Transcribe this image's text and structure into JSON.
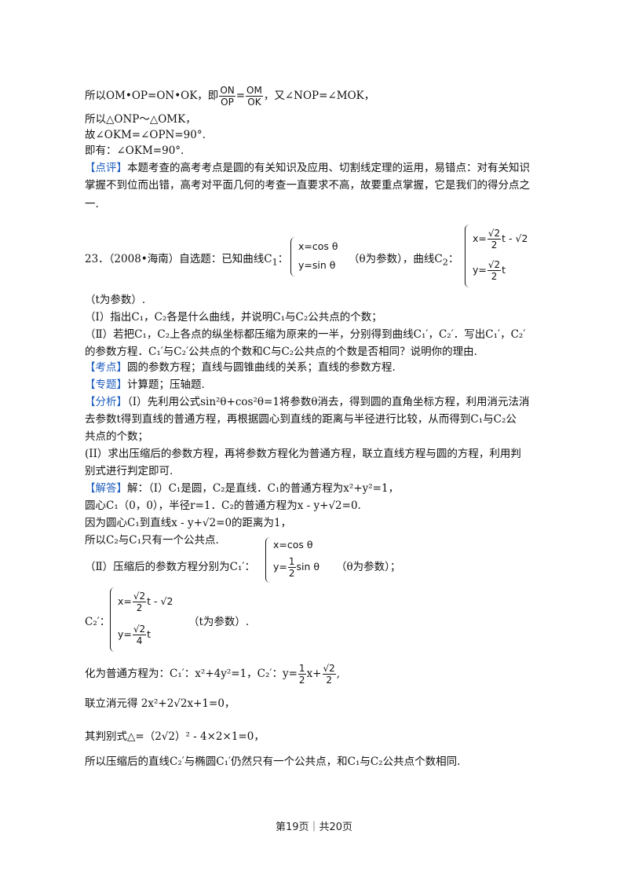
{
  "prev": {
    "l1a": "所以OM•OP=ON•OK，即",
    "f1n": "ON",
    "f1d": "OP",
    "eq": "=",
    "f2n": "OM",
    "f2d": "OK",
    "l1b": "，又∠NOP=∠MOK，",
    "l2": "所以△ONP～△OMK，",
    "l3": "故∠OKM=∠OPN=90°.",
    "l4": "即有：∠OKM=90°.",
    "review_tag": "【点评】",
    "review1": "本题考查的高考考点是圆的有关知识及应用、切割线定理的运用，易错点：对有关知识",
    "review2": "掌握不到位而出错，高考对平面几何的考查一直要求不高，故要重点掌握，它是我们的得分点之",
    "review3": "一."
  },
  "q23": {
    "head": "23．（2008•海南）自选题：已知曲线C",
    "sub1": "1",
    "colon": "：",
    "c1x": "x=cos θ",
    "c1y": "y=sin θ",
    "theta_param": "（θ为参数），曲线C",
    "sub2": "2",
    "colon2": "：",
    "c2x_a": "x=",
    "c2x_num": "√2",
    "c2x_den": "2",
    "c2x_b": "t - √2",
    "c2y_a": "y=",
    "c2y_num": "√2",
    "c2y_den": "2",
    "c2y_b": "t",
    "t_param": "（t为参数）.",
    "p1": "（Ⅰ）指出C₁，C₂各是什么曲线，并说明C₁与C₂公共点的个数；",
    "p2a": "（Ⅱ）若把C₁，C₂上各点的纵坐标都压缩为原来的一半，分别得到曲线C₁′，C₂′．写出C₁′，C₂′",
    "p2b": "的参数方程．C₁′与C₂′公共点的个数和C与C₂公共点的个数是否相同？说明你的理由.",
    "kd_tag": "【考点】",
    "kd": "圆的参数方程；直线与圆锥曲线的关系；直线的参数方程.",
    "zt_tag": "【专题】",
    "zt": "计算题；压轴题.",
    "fx_tag": "【分析】",
    "fx1": "（I）先利用公式sin²θ+cos²θ=1将参数θ消去，得到圆的直角坐标方程，利用消元法消",
    "fx2": "去参数t得到直线的普通方程，再根据圆心到直线的距离与半径进行比较，从而得到C₁与C₂公",
    "fx3": "共点的个数；",
    "fx4": "(II）求出压缩后的参数方程，再将参数方程化为普通方程，联立直线方程与圆的方程，利用判",
    "fx5": "别式进行判定即可.",
    "jd_tag": "【解答】",
    "jd1": "解：（Ⅰ）C₁是圆，C₂是直线．C₁的普通方程为x²+y²=1，",
    "jd2": "圆心C₁（0，0），半径r=1．C₂的普通方程为x - y+√2=0.",
    "jd3": "因为圆心C₁到直线x - y+√2=0的距离为1，",
    "jd4": "所以C₂与C₁只有一个公共点.",
    "jd5": "（Ⅱ）压缩后的参数方程分别为C₁′：",
    "s1x": "x=cos θ",
    "s1y_a": "y=",
    "s1y_num": "1",
    "s1y_den": "2",
    "s1y_b": "sin θ",
    "theta_param2": "（θ为参数）；",
    "c2p_label": "C₂′：",
    "s2x_a": "x=",
    "s2x_num": "√2",
    "s2x_den": "2",
    "s2x_b": "t - √2",
    "s2y_a": "y=",
    "s2y_num": "√2",
    "s2y_den": "4",
    "s2y_b": "t",
    "t_param2": "（t为参数）.",
    "jd6a": "化为普通方程为：C₁′：x²+4y²=1，C₂′：y=",
    "jd6_f1n": "1",
    "jd6_f1d": "2",
    "jd6b": "x+",
    "jd6_f2n": "√2",
    "jd6_f2d": "2",
    "jd6c": ",",
    "jd7": "联立消元得 2x²+2√2x+1=0，",
    "jd8": "其判别式△=（2√2）² - 4×2×1=0，",
    "jd9": "所以压缩后的直线C₂′与椭圆C₁′仍然只有一个公共点，和C₁与C₂公共点个数相同."
  },
  "footer": "第19页｜共20页"
}
